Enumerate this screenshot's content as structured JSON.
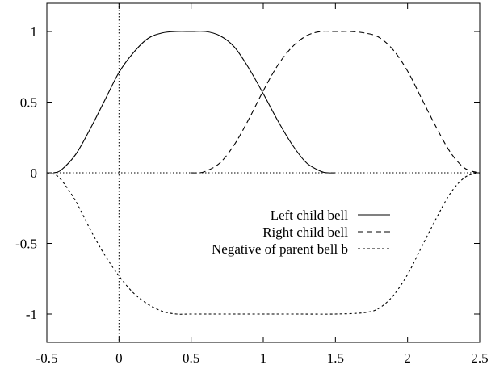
{
  "chart_data": {
    "type": "line",
    "title": "",
    "xlabel": "",
    "ylabel": "",
    "xlim": [
      -0.5,
      2.5
    ],
    "ylim": [
      -1.2,
      1.2
    ],
    "x_ticks": [
      -0.5,
      0,
      0.5,
      1,
      1.5,
      2,
      2.5
    ],
    "y_ticks": [
      -1,
      -0.5,
      0,
      0.5,
      1
    ],
    "x_tick_labels": [
      "-0.5",
      "0",
      "0.5",
      "1",
      "1.5",
      "2",
      "2.5"
    ],
    "y_tick_labels": [
      "-1",
      "-0.5",
      "0",
      "0.5",
      "1"
    ],
    "grid": false,
    "zero_axes": true,
    "legend_position": "right-middle",
    "series": [
      {
        "name": "Left child bell",
        "style": "solid",
        "color": "#000000",
        "x": [
          -0.45,
          -0.4,
          -0.3,
          -0.2,
          -0.1,
          0.0,
          0.1,
          0.2,
          0.3,
          0.4,
          0.5,
          0.6,
          0.7,
          0.8,
          0.9,
          1.0,
          1.1,
          1.2,
          1.3,
          1.4,
          1.45,
          1.5
        ],
        "y": [
          0.0,
          0.02,
          0.13,
          0.31,
          0.51,
          0.71,
          0.85,
          0.95,
          0.99,
          1.0,
          1.0,
          1.0,
          0.97,
          0.89,
          0.74,
          0.56,
          0.37,
          0.2,
          0.07,
          0.01,
          0.0,
          0.0
        ]
      },
      {
        "name": "Right child bell",
        "style": "dashed",
        "color": "#000000",
        "x": [
          0.5,
          0.55,
          0.6,
          0.7,
          0.8,
          0.9,
          1.0,
          1.1,
          1.2,
          1.3,
          1.4,
          1.5,
          1.6,
          1.7,
          1.8,
          1.9,
          2.0,
          2.1,
          2.2,
          2.3,
          2.4,
          2.5
        ],
        "y": [
          0.0,
          0.0,
          0.01,
          0.07,
          0.2,
          0.38,
          0.58,
          0.76,
          0.89,
          0.97,
          1.0,
          1.0,
          1.0,
          0.99,
          0.96,
          0.87,
          0.72,
          0.52,
          0.32,
          0.14,
          0.03,
          0.0
        ]
      },
      {
        "name": "Negative of parent bell b",
        "style": "dotted-dash",
        "color": "#000000",
        "x": [
          -0.5,
          -0.45,
          -0.4,
          -0.3,
          -0.2,
          -0.1,
          0.0,
          0.1,
          0.2,
          0.3,
          0.4,
          0.5,
          0.75,
          1.0,
          1.25,
          1.5,
          1.7,
          1.8,
          1.9,
          2.0,
          2.1,
          2.2,
          2.3,
          2.4,
          2.5
        ],
        "y": [
          0.0,
          -0.01,
          -0.05,
          -0.2,
          -0.4,
          -0.58,
          -0.73,
          -0.85,
          -0.93,
          -0.98,
          -1.0,
          -1.0,
          -1.0,
          -1.0,
          -1.0,
          -1.0,
          -0.99,
          -0.96,
          -0.87,
          -0.72,
          -0.52,
          -0.32,
          -0.14,
          -0.03,
          0.0
        ]
      }
    ]
  }
}
